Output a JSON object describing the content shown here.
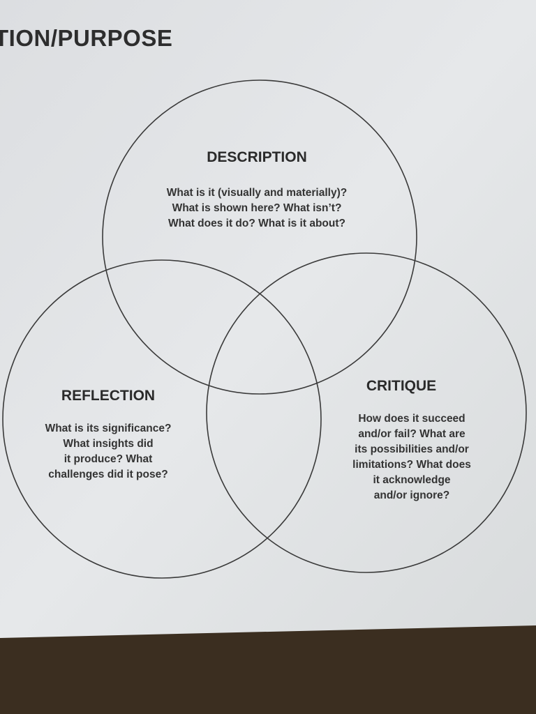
{
  "slide": {
    "title": "TION/PURPOSE",
    "colors": {
      "screen": "#e2e4e6",
      "ink": "#2a2a2a",
      "frame": "#3b2e20"
    }
  },
  "venn": {
    "description": {
      "heading": "DESCRIPTION",
      "lines": [
        "What is it (visually and materially)?",
        "What is shown here? What isn’t?",
        "What does it do? What is it about?"
      ]
    },
    "reflection": {
      "heading": "REFLECTION",
      "lines": [
        "What is its significance?",
        "What insights did",
        "it produce? What",
        "challenges did it pose?"
      ]
    },
    "critique": {
      "heading": "CRITIQUE",
      "lines": [
        "How does it succeed",
        "and/or fail? What are",
        "its possibilities and/or",
        "limitations? What does",
        "it acknowledge",
        "and/or ignore?"
      ]
    }
  }
}
